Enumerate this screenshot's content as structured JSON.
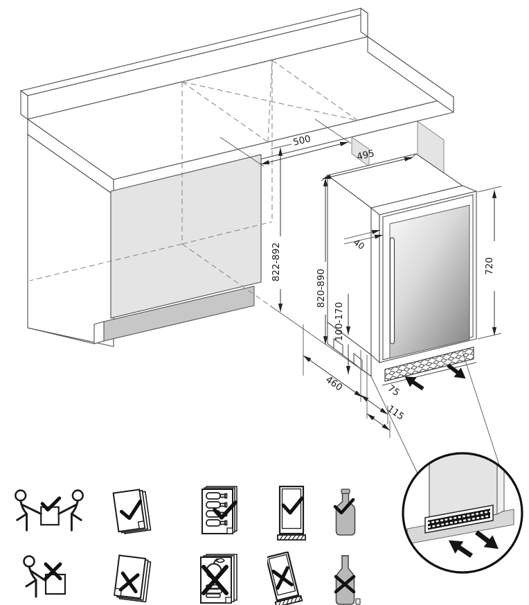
{
  "diagram": {
    "type": "installation-drawing",
    "product": "built-in undercounter wine cabinet",
    "dimensions_mm": {
      "niche_width": "500",
      "appliance_width": "495",
      "niche_height": "822-892",
      "appliance_height": "820-890",
      "door_projection": "40",
      "door_height": "720",
      "plinth_height": "100-170",
      "appliance_depth": "460",
      "vent_clearance": "75",
      "plinth_recess": "115"
    },
    "detail_view": {
      "name": "base-ventilation-grille",
      "airflow": [
        "air-intake-arrow",
        "air-exhaust-arrow"
      ]
    },
    "colors": {
      "outline": "#4d4d4d",
      "panel_gray": "#e4e4e4",
      "plinth_gray": "#c7c7c7",
      "glass_dark": "#8c8c8c",
      "marks": "#111111"
    }
  },
  "instructions": {
    "allowed": [
      {
        "name": "carry-with-two-people",
        "mark": "check"
      },
      {
        "name": "keep-instruction-manual",
        "mark": "check"
      },
      {
        "name": "store-bottles-horizontally",
        "mark": "check"
      },
      {
        "name": "transport-upright",
        "mark": "check"
      },
      {
        "name": "store-sealed-bottles",
        "mark": "check"
      }
    ],
    "prohibited": [
      {
        "name": "carry-alone",
        "mark": "cross"
      },
      {
        "name": "discard-manual",
        "mark": "cross"
      },
      {
        "name": "store-food",
        "mark": "cross"
      },
      {
        "name": "transport-tilted",
        "mark": "cross"
      },
      {
        "name": "store-open-bottles",
        "mark": "cross"
      }
    ]
  }
}
